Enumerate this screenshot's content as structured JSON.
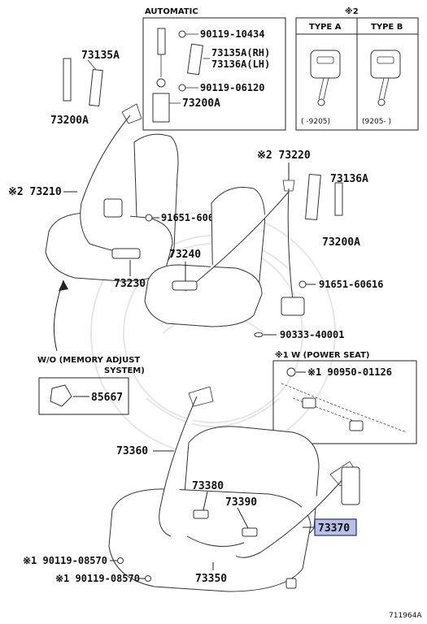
{
  "headings": {
    "automatic": "AUTOMATIC",
    "note2_mark": "※2",
    "type_a": "TYPE A",
    "type_b": "TYPE B",
    "type_a_range": "(    -9205)",
    "type_b_range": "(9205-      )",
    "wo_memory_line1": "W/O (MEMORY ADJUST",
    "wo_memory_line2": "SYSTEM)",
    "power_seat": "※1 W (POWER SEAT)",
    "figure_id": "711964A"
  },
  "parts": {
    "p73135a_a": "73135A",
    "p73200a_a": "73200A",
    "p90119_10434": "90119-10434",
    "p73135a_rh": "73135A(RH)",
    "p73136a_lh": "73136A(LH)",
    "p90119_06120": "90119-06120",
    "p73200a_b": "73200A",
    "p73210": "※2 73210",
    "p91651_60616_a": "91651-60616",
    "p73220": "※2 73220",
    "p73136a": "73136A",
    "p73200a_c": "73200A",
    "p73240": "73240",
    "p73230": "73230",
    "p91651_60616_b": "91651-60616",
    "p90333_40001": "90333-40001",
    "p90950_01126": "※1 90950-01126",
    "p85667": "85667",
    "p73360": "73360",
    "p73380": "73380",
    "p73390": "73390",
    "p73370": "73370",
    "p90119_08570_a": "※1 90119-08570",
    "p90119_08570_b": "※1 90119-08570",
    "p73350": "73350"
  },
  "highlight_color": "#b9c0e8"
}
